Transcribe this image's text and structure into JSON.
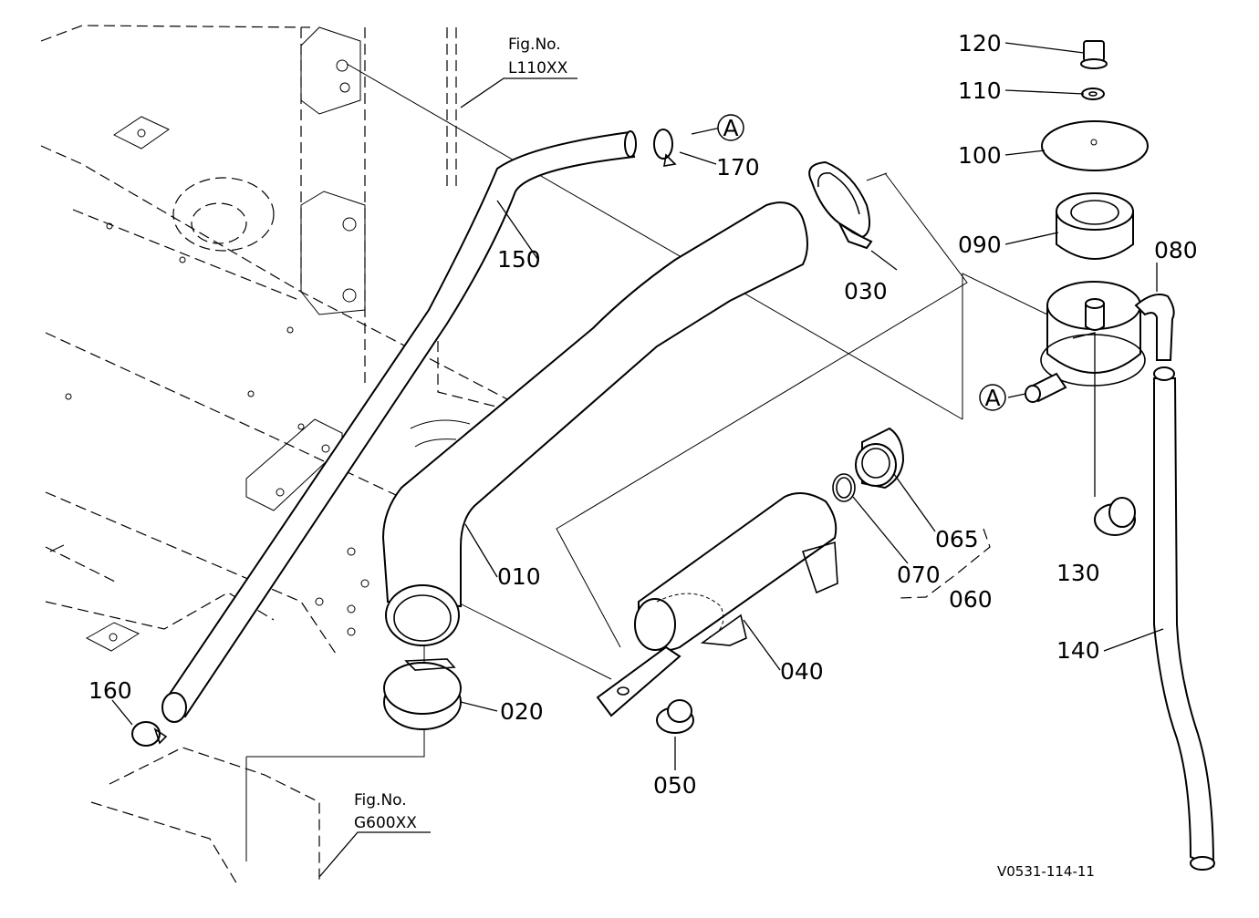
{
  "labels": {
    "p010": "010",
    "p020": "020",
    "p030": "030",
    "p040": "040",
    "p050": "050",
    "p060": "060",
    "p065": "065",
    "p070": "070",
    "p080": "080",
    "p090": "090",
    "p100": "100",
    "p110": "110",
    "p120": "120",
    "p130": "130",
    "p140": "140",
    "p150": "150",
    "p160": "160",
    "p170": "170",
    "callout_a1": "A",
    "callout_a2": "A"
  },
  "figure_refs": {
    "top": {
      "caption": "Fig.No.",
      "number": "L110XX"
    },
    "bottom": {
      "caption": "Fig.No.",
      "number": "G600XX"
    }
  },
  "drawing_code": "V0531-114-11"
}
